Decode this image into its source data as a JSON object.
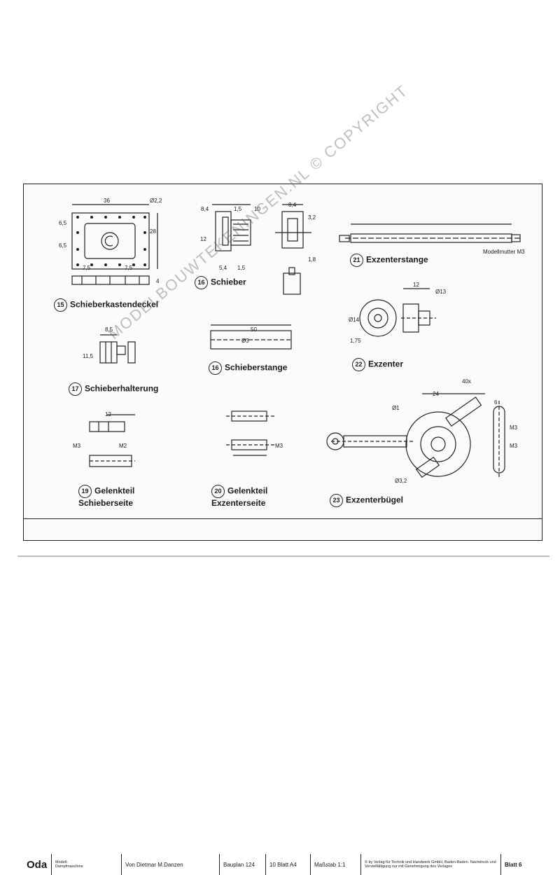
{
  "parts": [
    {
      "num": "15",
      "name": "Schieberkastendeckel"
    },
    {
      "num": "16",
      "name": "Schieber"
    },
    {
      "num": "16",
      "name": "Schieberstange"
    },
    {
      "num": "17",
      "name": "Schieberhalterung"
    },
    {
      "num": "19",
      "name": "Gelenkteil Schieberseite"
    },
    {
      "num": "20",
      "name": "Gelenkteil Exzenterseite"
    },
    {
      "num": "21",
      "name": "Exzenterstange"
    },
    {
      "num": "22",
      "name": "Exzenter"
    },
    {
      "num": "23",
      "name": "Exzenterbügel"
    }
  ],
  "dims": {
    "d1": "36",
    "d2": "Ø2,2",
    "d3": "6,5",
    "d4": "6,5",
    "d5": "28",
    "d6": "7,5",
    "d7": "7,5",
    "d8": "4",
    "d9": "8,4",
    "d10": "1,5",
    "d11": "10",
    "d12": "8,4",
    "d13": "3,2",
    "d14": "12",
    "d15": "5,4",
    "d16": "1,5",
    "d17": "1,8",
    "d18": "50",
    "d19": "Ø3",
    "d20": "8,5",
    "d21": "11,5",
    "d22": "12",
    "d23": "M3",
    "d24": "M2",
    "d25": "M3",
    "d26": "Modellmutter M3",
    "d27": "12",
    "d28": "Ø13",
    "d29": "Ø14",
    "d30": "1,75",
    "d31": "24",
    "d32": "6",
    "d33": "Ø1",
    "d34": "M3",
    "d35": "M3",
    "d36": "Ø3,2",
    "d37": "40x"
  },
  "watermark": "MODELBOUWTEKENINGEN.NL © COPYRIGHT",
  "title_block": {
    "brand": "Oda",
    "series": "Modell-Dampfmaschine",
    "author": "Von Dietmar M.Danzen",
    "plan": "Bauplan 124",
    "sheets": "10 Blatt A4",
    "scale": "Maßstab 1:1",
    "copyright": "© by Verlag für Technik und Handwerk GmbH, Baden-Baden. Nachdruck und Vervielfältigung nur mit Genehmigung des Verlages",
    "sheet": "Blatt 6"
  }
}
